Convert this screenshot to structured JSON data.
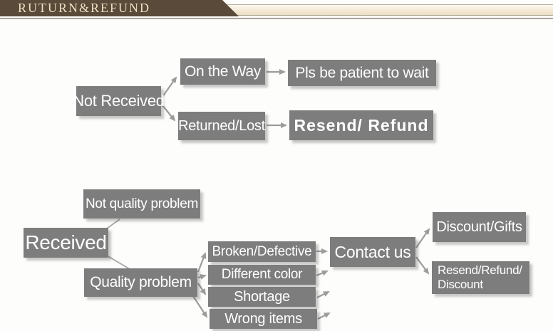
{
  "header": {
    "title": "RUTURN&REFUND"
  },
  "colors": {
    "header_brown": "#594a39",
    "header_beige": "#f3e9d5",
    "title_text": "#ecdfc2",
    "node_fill": "#7d7d7d",
    "node_text": "#ffffff",
    "arrow_gray": "#9c9c9c"
  },
  "flowchart": {
    "nodes": {
      "not_received": "Not Received",
      "on_the_way": "On the Way",
      "pls_be_patient": "Pls be patient to wait",
      "returned_lost": "Returned/Lost",
      "resend_refund": "Resend/ Refund",
      "not_quality_problem": "Not quality problem",
      "received": "Received",
      "quality_problem": "Quality problem",
      "broken_defective": "Broken/Defective",
      "different_color": "Different color",
      "shortage": "Shortage",
      "wrong_items": "Wrong items",
      "contact_us": "Contact us",
      "resend_refund_discount_line1": "Resend/Refund/",
      "resend_refund_discount_line2": "Discount",
      "discount_gifts": "Discount/Gifts"
    }
  }
}
